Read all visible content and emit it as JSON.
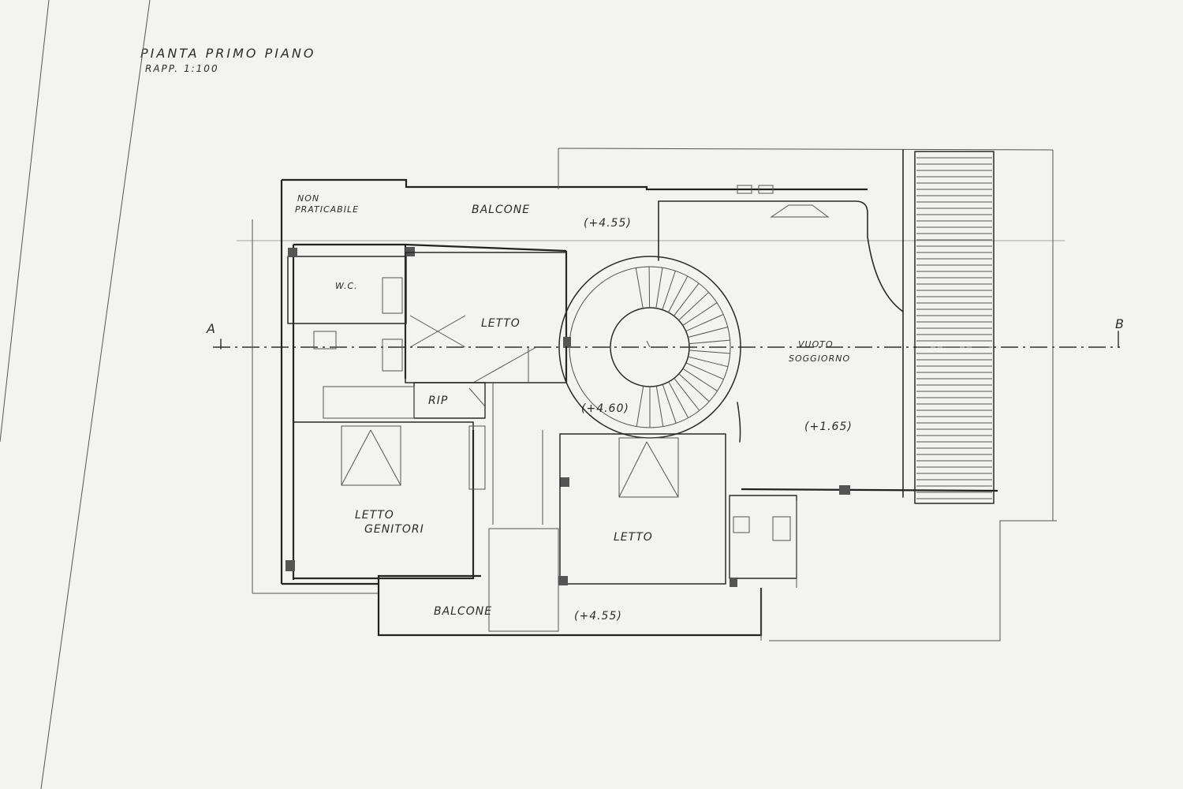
{
  "title": "PIANTA PRIMO PIANO",
  "scale": "RAPP. 1:100",
  "section_marks": {
    "left": "A",
    "right": "B"
  },
  "rooms": {
    "non_praticabile_1": "NON",
    "non_praticabile_2": "PRATICABILE",
    "balcone_top": "BALCONE",
    "level_top": "(+4.55)",
    "wc": "W.C.",
    "letto_top": "LETTO",
    "rip": "RIP",
    "level_hall": "(+4.60)",
    "vuoto_1": "VUOTO",
    "vuoto_2": "SOGGIORNO",
    "level_soggiorno": "(+1.65)",
    "letto_genitori_1": "LETTO",
    "letto_genitori_2": "GENITORI",
    "letto_bottom": "LETTO",
    "balcone_bottom": "BALCONE",
    "level_bottom": "(+4.55)"
  },
  "colors": {
    "paper": "#f3f3f1",
    "ink": "#2a2a2a"
  }
}
